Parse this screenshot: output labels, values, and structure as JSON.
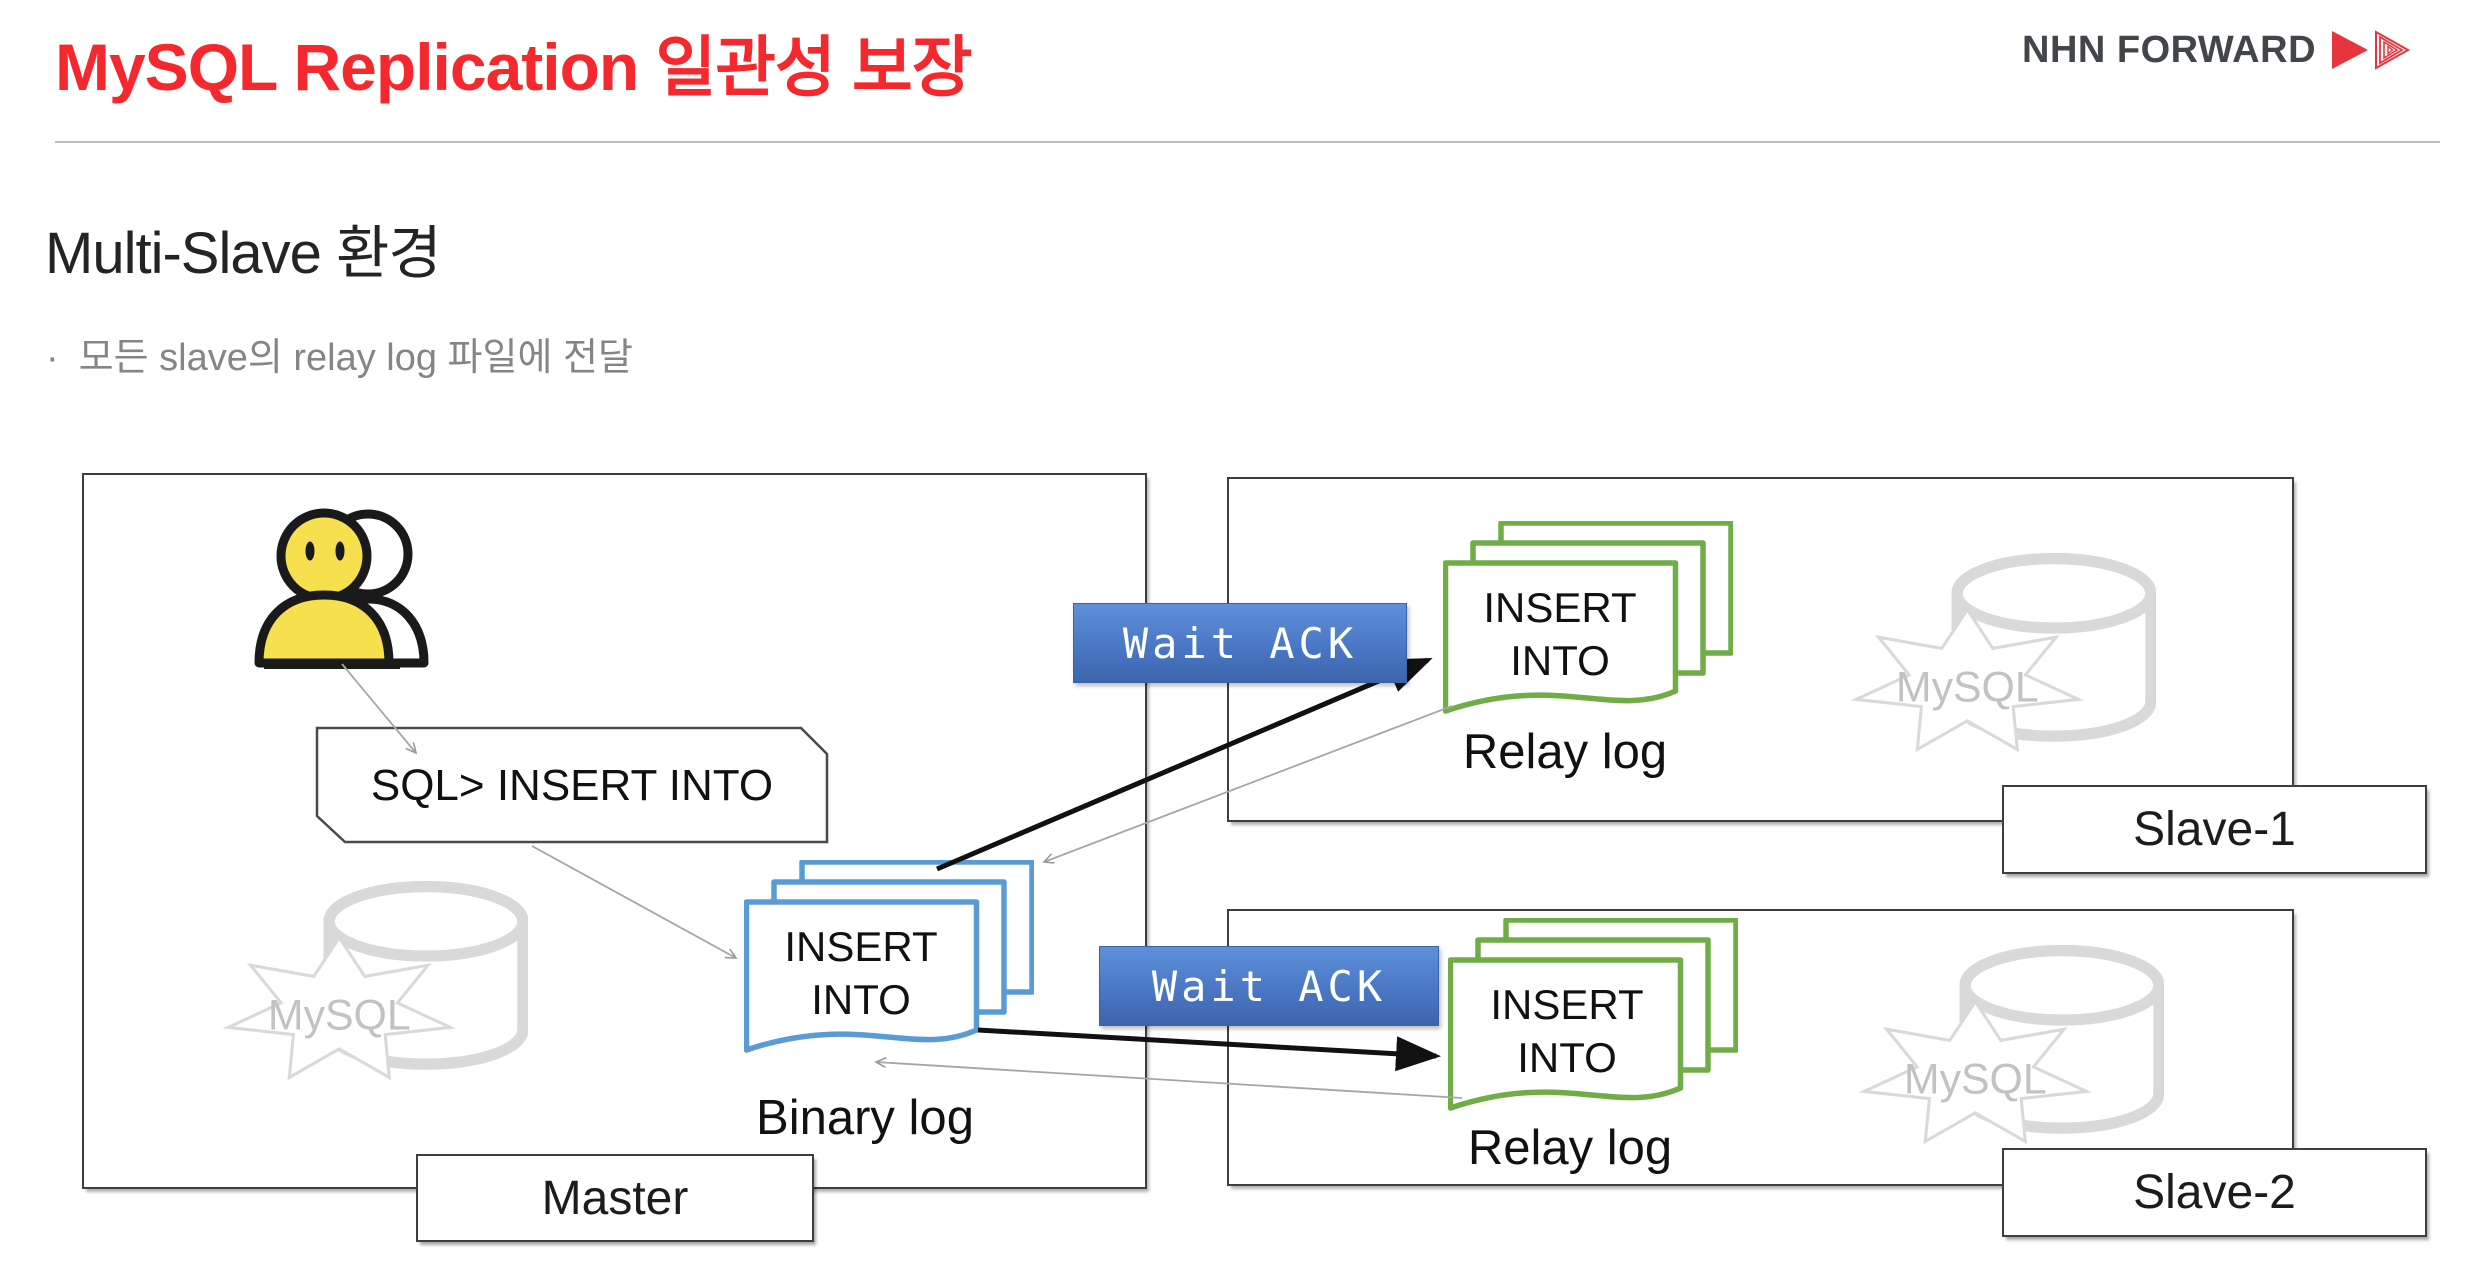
{
  "header": {
    "title": "MySQL Replication 일관성 보장",
    "brand": "NHN FORWARD"
  },
  "section": {
    "heading": "Multi-Slave 환경",
    "bullet_marker": "·",
    "bullet_text": "모든 slave의 relay log 파일에 전달"
  },
  "diagram": {
    "master": {
      "label": "Master",
      "sql_prompt": "SQL> INSERT INTO",
      "binlog": {
        "doc_text": "INSERT INTO",
        "label": "Binary log"
      },
      "db_label": "MySQL"
    },
    "slave1": {
      "label": "Slave-1",
      "wait_ack": "Wait ACK",
      "relay": {
        "doc_text": "INSERT INTO",
        "label": "Relay log"
      },
      "db_label": "MySQL"
    },
    "slave2": {
      "label": "Slave-2",
      "wait_ack": "Wait ACK",
      "relay": {
        "doc_text": "INSERT INTO",
        "label": "Relay log"
      },
      "db_label": "MySQL"
    }
  },
  "colors": {
    "title_red": "#f5282d",
    "brand_red": "#e8343c",
    "binlog_blue": "#5b9bd5",
    "relay_green": "#70ad47",
    "ack_blue_top": "#6090da",
    "ack_blue_bottom": "#3c65ad",
    "icon_gray": "#d9d9d9",
    "user_yellow": "#f6e04e",
    "text_gray": "#858585"
  }
}
